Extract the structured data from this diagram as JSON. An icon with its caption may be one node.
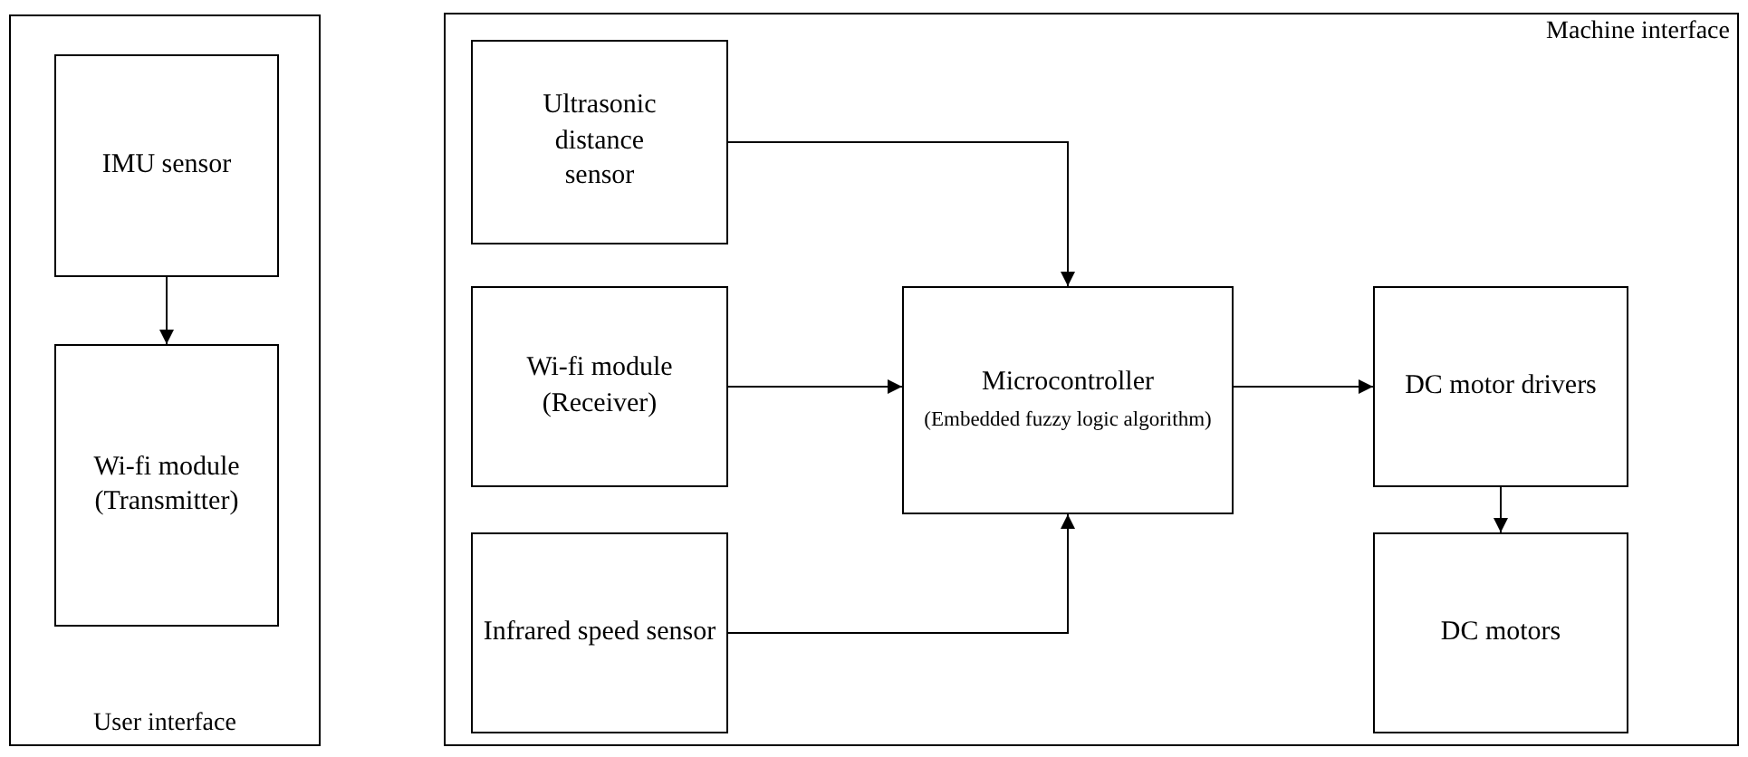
{
  "diagram": {
    "nodes": [
      {
        "text": [
          "User interface"
        ]
      },
      {
        "text": [
          "IMU sensor"
        ],
        "in": 0
      },
      {
        "text": [
          "Wi-fi module (Transmitter)"
        ],
        "in": 0
      },
      {
        "text": [
          "Machine interface"
        ]
      },
      {
        "text": [
          "Ultrasonic distance sensor"
        ],
        "in": 3
      },
      {
        "text": [
          "Wi-fi module (Receiver)"
        ],
        "in": 3
      },
      {
        "text": [
          "Microcontroller",
          "(Embedded fuzzy logic algorithm)"
        ],
        "in": 3
      },
      {
        "text": [
          "Infrared speed sensor"
        ],
        "in": 3
      },
      {
        "text": [
          "DC motor drivers"
        ],
        "in": 3
      },
      {
        "text": [
          "DC motors"
        ],
        "in": 3
      }
    ],
    "edges": [
      {
        "from": 1,
        "to": 2,
        "arrow": "to"
      },
      {
        "from": 4,
        "to": 6,
        "arrow": "to"
      },
      {
        "from": 5,
        "to": 6,
        "arrow": "to"
      },
      {
        "from": 7,
        "to": 6,
        "arrow": "to"
      },
      {
        "from": 6,
        "to": 8,
        "arrow": "to"
      },
      {
        "from": 8,
        "to": 9,
        "arrow": "to"
      }
    ]
  }
}
